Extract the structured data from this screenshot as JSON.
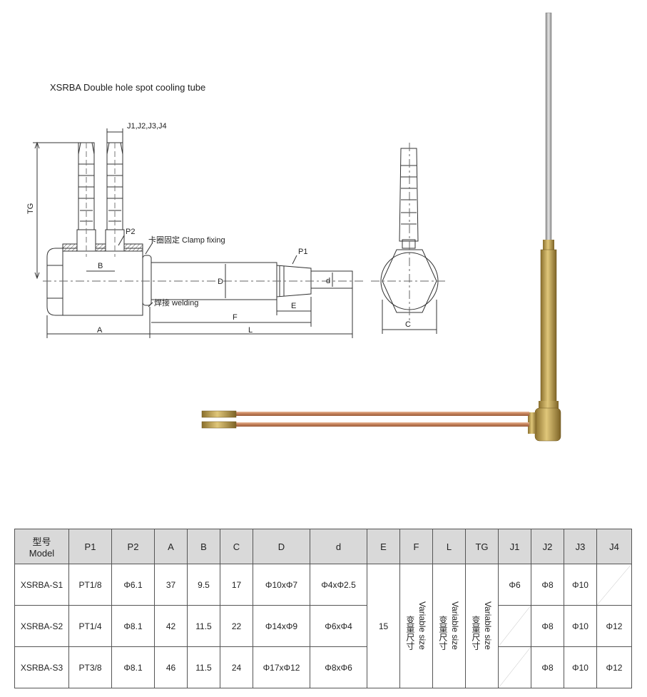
{
  "title": "XSRBA  Double hole spot cooling tube",
  "drawing": {
    "labels": {
      "j": "J1,J2,J3,J4",
      "tg": "TG",
      "p2": "P2",
      "p1": "P1",
      "clamp": "卡圈固定 Clamp fixing",
      "welding": "焊接 welding",
      "a": "A",
      "b": "B",
      "c": "C",
      "d_upper": "D",
      "d_lower": "d",
      "e": "E",
      "f": "F",
      "l": "L"
    }
  },
  "table": {
    "headers": [
      {
        "top": "型号",
        "bottom": "Model"
      },
      {
        "top": "P1"
      },
      {
        "top": "P2"
      },
      {
        "top": "A"
      },
      {
        "top": "B"
      },
      {
        "top": "C"
      },
      {
        "top": "D"
      },
      {
        "top": "d"
      },
      {
        "top": "E"
      },
      {
        "top": "F"
      },
      {
        "top": "L"
      },
      {
        "top": "TG"
      },
      {
        "top": "J1"
      },
      {
        "top": "J2"
      },
      {
        "top": "J3"
      },
      {
        "top": "J4"
      }
    ],
    "rows": [
      {
        "model": "XSRBA-S1",
        "p1": "PT1/8",
        "p2": "Φ6.1",
        "a": "37",
        "b": "9.5",
        "c": "17",
        "D": "Φ10xΦ7",
        "d": "Φ4xΦ2.5",
        "j1": "Φ6",
        "j2": "Φ8",
        "j3": "Φ10",
        "j4": ""
      },
      {
        "model": "XSRBA-S2",
        "p1": "PT1/4",
        "p2": "Φ8.1",
        "a": "42",
        "b": "11.5",
        "c": "22",
        "D": "Φ14xΦ9",
        "d": "Φ6xΦ4",
        "j1": "",
        "j2": "Φ8",
        "j3": "Φ10",
        "j4": "Φ12"
      },
      {
        "model": "XSRBA-S3",
        "p1": "PT3/8",
        "p2": "Φ8.1",
        "a": "46",
        "b": "11.5",
        "c": "24",
        "D": "Φ17xΦ12",
        "d": "Φ8xΦ6",
        "j1": "",
        "j2": "Φ8",
        "j3": "Φ10",
        "j4": "Φ12"
      }
    ],
    "e_value": "15",
    "variable": {
      "cn": "变量尺寸",
      "en": "Variable size"
    }
  },
  "colors": {
    "header_bg": "#d9d9d9",
    "brass": "#b89a4a",
    "copper": "#c98a62",
    "steel": "#a8a8a8"
  }
}
